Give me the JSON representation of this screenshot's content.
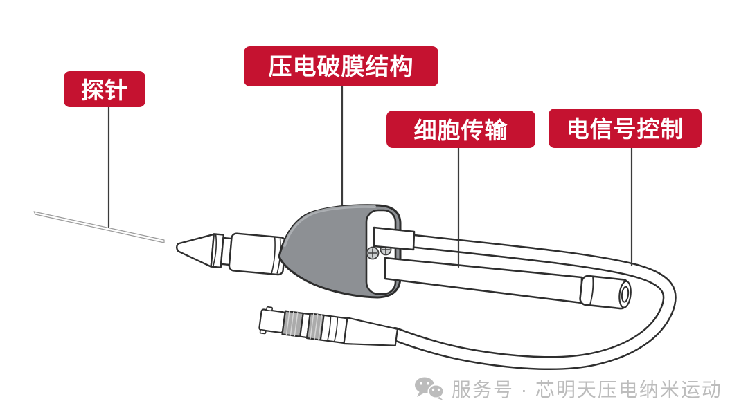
{
  "labels": {
    "probe": "探针",
    "piezo_membrane_structure": "压电破膜结构",
    "cell_transport": "细胞传输",
    "signal_control": "电信号控制"
  },
  "watermark": {
    "icon": "wechat-icon",
    "channel_text": "服务号 · 芯明天压电纳米运动"
  },
  "colors": {
    "label_bg": "#c51230",
    "label_text": "#ffffff",
    "device_body_gray": "#8d9094",
    "line_outline": "#2e2e2e",
    "knurl_gray": "#ababab",
    "watermark_gray": "#bcbcbc",
    "background": "#ffffff"
  }
}
